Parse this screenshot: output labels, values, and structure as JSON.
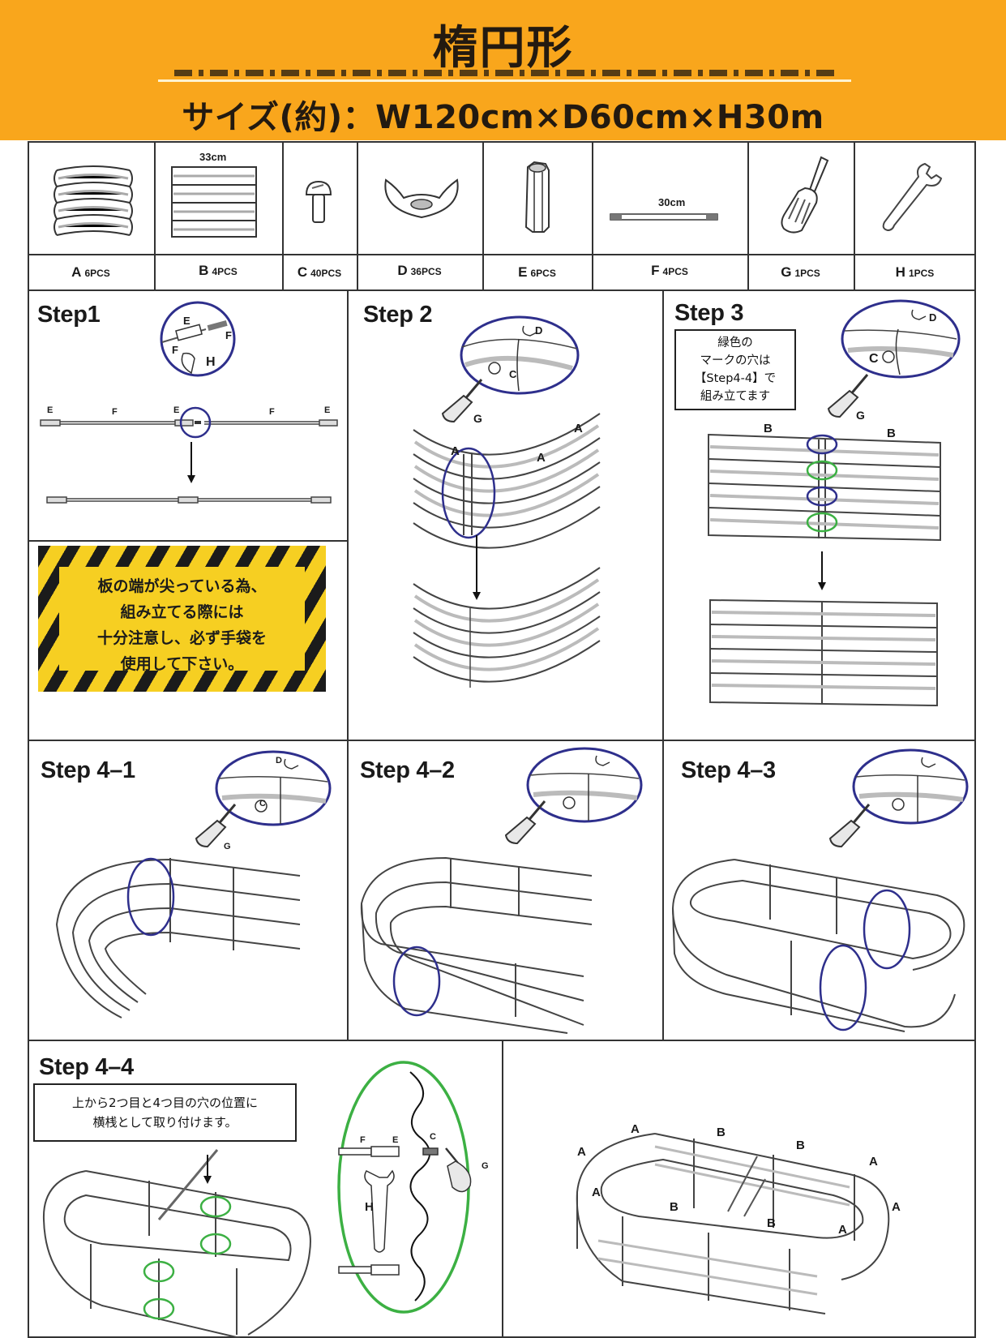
{
  "header": {
    "title": "楕円形",
    "size_spec": "サイズ(約)：W120cm×D60cm×H30m"
  },
  "parts": [
    {
      "letter": "A",
      "qty": "6PCS",
      "icon": "curved-panel-icon"
    },
    {
      "letter": "B",
      "qty": "4PCS",
      "icon": "straight-panel-icon",
      "dimension": "33cm"
    },
    {
      "letter": "C",
      "qty": "40PCS",
      "icon": "bolt-icon"
    },
    {
      "letter": "D",
      "qty": "36PCS",
      "icon": "wing-nut-icon"
    },
    {
      "letter": "E",
      "qty": "6PCS",
      "icon": "hex-coupler-icon"
    },
    {
      "letter": "F",
      "qty": "4PCS",
      "icon": "threaded-rod-icon",
      "dimension": "30cm"
    },
    {
      "letter": "G",
      "qty": "1PCS",
      "icon": "screwdriver-icon"
    },
    {
      "letter": "H",
      "qty": "1PCS",
      "icon": "wrench-icon"
    }
  ],
  "steps": {
    "step1": {
      "title": "Step1",
      "labels": {
        "e": "E",
        "f": "F",
        "h": "H"
      }
    },
    "step2": {
      "title": "Step 2",
      "labels": {
        "a": "A",
        "c": "C",
        "d": "D",
        "g": "G"
      }
    },
    "step3": {
      "title": "Step 3",
      "note": [
        "緑色の",
        "マークの穴は",
        "【Step4-4】で",
        "組み立てます"
      ],
      "labels": {
        "b": "B",
        "c": "C",
        "d": "D",
        "g": "G"
      }
    },
    "step4_1": {
      "title": "Step 4–1"
    },
    "step4_2": {
      "title": "Step 4–2"
    },
    "step4_3": {
      "title": "Step 4–3"
    },
    "step4_4": {
      "title": "Step 4–4",
      "note": [
        "上から2つ目と4つ目の穴の位置に",
        "横桟として取り付けます。"
      ],
      "labels": {
        "f": "F",
        "e": "E",
        "c": "C",
        "g": "G",
        "h": "H"
      }
    },
    "final": {
      "labels": {
        "a": "A",
        "b": "B"
      }
    }
  },
  "warning": {
    "lines": [
      "板の端が尖っている為、",
      "組み立てる際には",
      "十分注意し、必ず手袋を",
      "使用して下さい。"
    ]
  },
  "colors": {
    "banner": "#f9a61c",
    "highlight_blue": "#2e2f8c",
    "highlight_green": "#3cb043",
    "warning_yellow": "#f6cf22"
  }
}
